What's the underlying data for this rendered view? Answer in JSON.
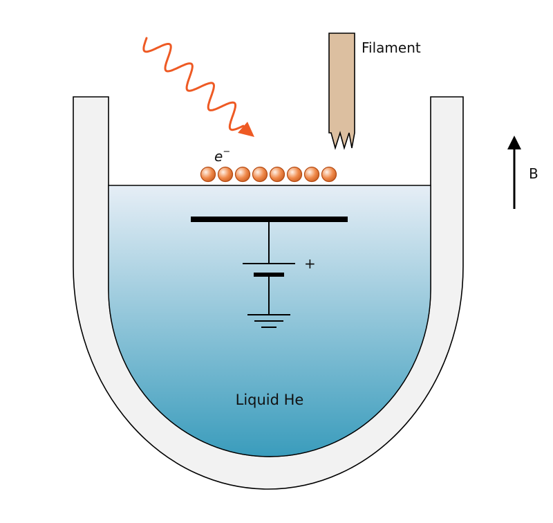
{
  "labels": {
    "filament": "Filament",
    "field": "B",
    "electron": "e",
    "electron_charge": "−",
    "plus": "+",
    "liquid": "Liquid He"
  },
  "electron_count": 8,
  "colors": {
    "dewar_fill": "#f2f2f2",
    "dewar_stroke": "#000000",
    "helium_top": "#e6eef6",
    "helium_bottom": "#3a9cbc",
    "filament_fill": "#dcbfa0",
    "photon": "#ee5a24",
    "electron_fill": "#f08a4b",
    "electron_stroke": "#b34a12",
    "circuit": "#000000"
  }
}
